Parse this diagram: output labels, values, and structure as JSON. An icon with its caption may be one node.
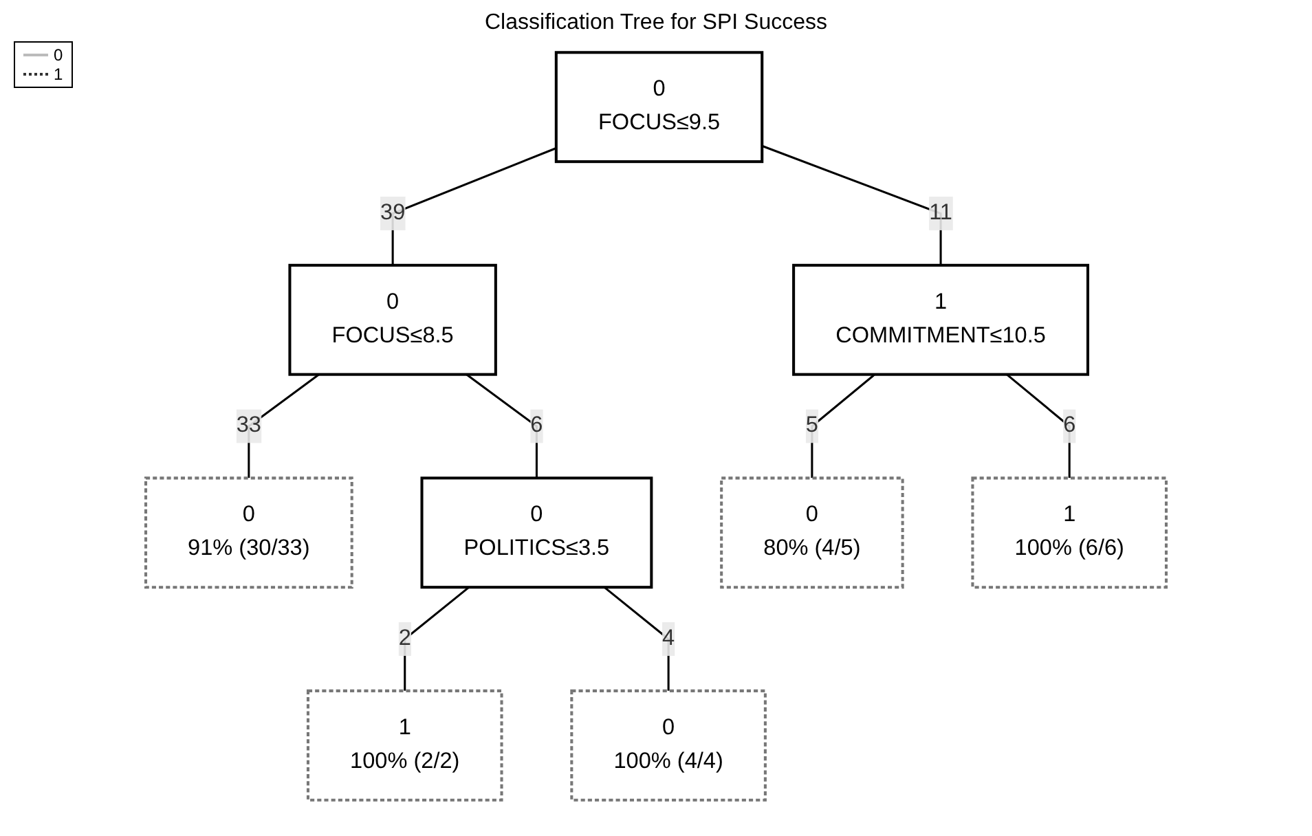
{
  "diagram": {
    "title": "Classification Tree for SPI Success",
    "nodes": [
      {
        "text": [
          "0",
          "FOCUS≤9.5"
        ]
      },
      {
        "text": [
          "0",
          "FOCUS≤8.5"
        ]
      },
      {
        "text": [
          "1",
          "COMMITMENT≤10.5"
        ]
      },
      {
        "text": [
          "0",
          "91% (30/33)"
        ]
      },
      {
        "text": [
          "0",
          "POLITICS≤3.5"
        ]
      },
      {
        "text": [
          "0",
          "80% (4/5)"
        ]
      },
      {
        "text": [
          "1",
          "100% (6/6)"
        ]
      },
      {
        "text": [
          "1",
          "100% (2/2)"
        ]
      },
      {
        "text": [
          "0",
          "100% (4/4)"
        ]
      }
    ],
    "edges": [
      {
        "from": 0,
        "to": 1,
        "arrow": "none",
        "label": "39"
      },
      {
        "from": 0,
        "to": 2,
        "arrow": "none",
        "label": "11"
      },
      {
        "from": 1,
        "to": 3,
        "arrow": "none",
        "label": "33"
      },
      {
        "from": 1,
        "to": 4,
        "arrow": "none",
        "label": "6"
      },
      {
        "from": 2,
        "to": 5,
        "arrow": "none",
        "label": "5"
      },
      {
        "from": 2,
        "to": 6,
        "arrow": "none",
        "label": "6"
      },
      {
        "from": 4,
        "to": 7,
        "arrow": "none",
        "label": "2"
      },
      {
        "from": 4,
        "to": 8,
        "arrow": "none",
        "label": "4"
      }
    ],
    "legend": [
      {
        "text": "0"
      },
      {
        "text": "1"
      }
    ]
  }
}
